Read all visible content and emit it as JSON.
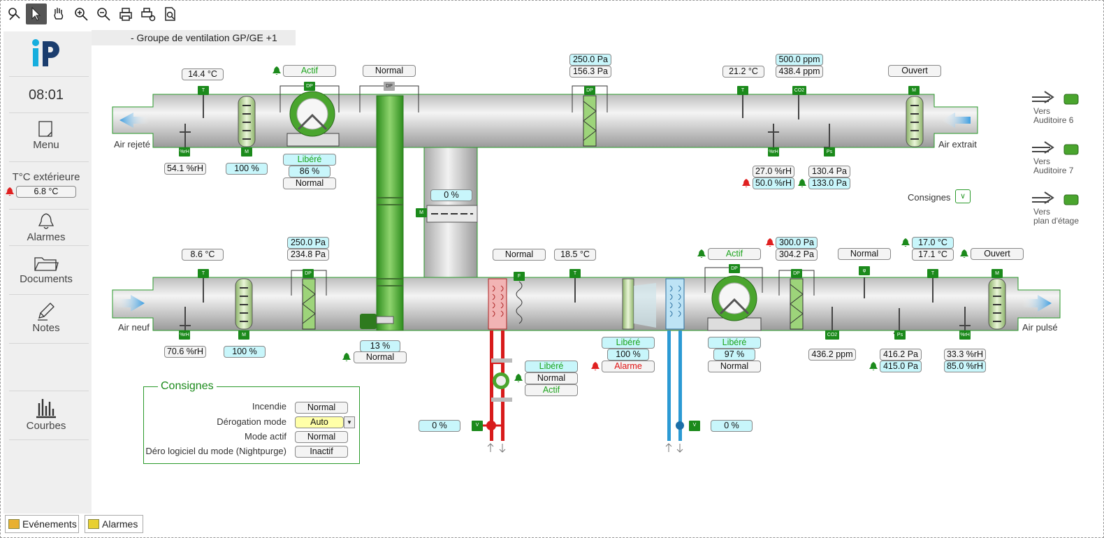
{
  "window_title": "- Groupe de ventilation GP/GE +1",
  "toolbar": {
    "icons": [
      "select-hand-icon",
      "pointer-icon",
      "pan-hand-icon",
      "zoom-in-icon",
      "zoom-out-icon",
      "print-icon",
      "print-settings-icon",
      "print-preview-icon"
    ]
  },
  "sidebar": {
    "time": "08:01",
    "menu_label": "Menu",
    "outdoor_label": "T°C extérieure",
    "outdoor_value": "6.8 °C",
    "alarms_label": "Alarmes",
    "documents_label": "Documents",
    "notes_label": "Notes",
    "curves_label": "Courbes"
  },
  "top_duct": {
    "t_rejected": "14.4 °C",
    "rh_rejected": "54.1 %rH",
    "damper_rejected": "100 %",
    "fan_state": "Actif",
    "fan_release": "Libéré",
    "fan_speed": "86 %",
    "fan_mode": "Normal",
    "wheel_dp_state": "Normal",
    "filter_dp_setpoint": "250.0 Pa",
    "filter_dp_value": "156.3 Pa",
    "t_extract": "21.2 °C",
    "co2_setpoint": "500.0 ppm",
    "co2_value": "438.4 ppm",
    "damper_extract": "Ouvert",
    "rh_extract": "27.0 %rH",
    "rh_extract_setpoint": "50.0 %rH",
    "ps_extract": "130.4 Pa",
    "ps_extract_setpoint": "133.0 Pa",
    "label_left": "Air rejeté",
    "label_right": "Air extrait"
  },
  "bypass_damper": "0 %",
  "bottom_duct": {
    "t_fresh": "8.6 °C",
    "rh_fresh": "70.6 %rH",
    "damper_fresh": "100 %",
    "filter1_dp_setpoint": "250.0 Pa",
    "filter1_dp_value": "234.8 Pa",
    "wheel_speed": "13 %",
    "wheel_mode": "Normal",
    "frost_state": "Normal",
    "t_after_heater": "18.5 °C",
    "heater_release": "Libéré",
    "heater_value": "100 %",
    "heater_alarm": "Alarme",
    "pump_release": "Libéré",
    "pump_mode": "Normal",
    "pump_state": "Actif",
    "heat_valve": "0 %",
    "cool_valve": "0 %",
    "fan_state": "Actif",
    "fan_release": "Libéré",
    "fan_speed": "97 %",
    "fan_mode": "Normal",
    "filter2_dp_setpoint": "300.0 Pa",
    "filter2_dp_value": "304.2 Pa",
    "co2_value": "436.2 ppm",
    "hum_mode": "Normal",
    "ps_value": "416.2 Pa",
    "ps_setpoint": "415.0 Pa",
    "t_supply_setpoint": "17.0 °C",
    "t_supply": "17.1 °C",
    "rh_supply": "33.3 %rH",
    "rh_supply_setpoint": "85.0 %rH",
    "damper_supply": "Ouvert",
    "label_left": "Air neuf",
    "label_right": "Air pulsé"
  },
  "right_links": [
    {
      "line1": "Vers",
      "line2": "Auditoire 6"
    },
    {
      "line1": "Vers",
      "line2": "Auditoire 7"
    },
    {
      "line1": "Vers",
      "line2": "plan d'étage"
    }
  ],
  "consignes_label": "Consignes",
  "setpoints_panel": {
    "title": "Consignes",
    "rows": [
      {
        "label": "Incendie",
        "value": "Normal"
      },
      {
        "label": "Dérogation mode",
        "value": "Auto"
      },
      {
        "label": "Mode actif",
        "value": "Normal"
      },
      {
        "label": "Déro logiciel du mode (Nightpurge)",
        "value": "Inactif"
      }
    ]
  },
  "bottom_tabs": [
    "Evénements",
    "Alarmes"
  ],
  "tags": {
    "T": "T",
    "rh": "%rH",
    "M": "M",
    "DP": "DP",
    "CO2": "CO2",
    "Ps": "Ps",
    "F": "F",
    "V": "V",
    "phi": "φ"
  }
}
